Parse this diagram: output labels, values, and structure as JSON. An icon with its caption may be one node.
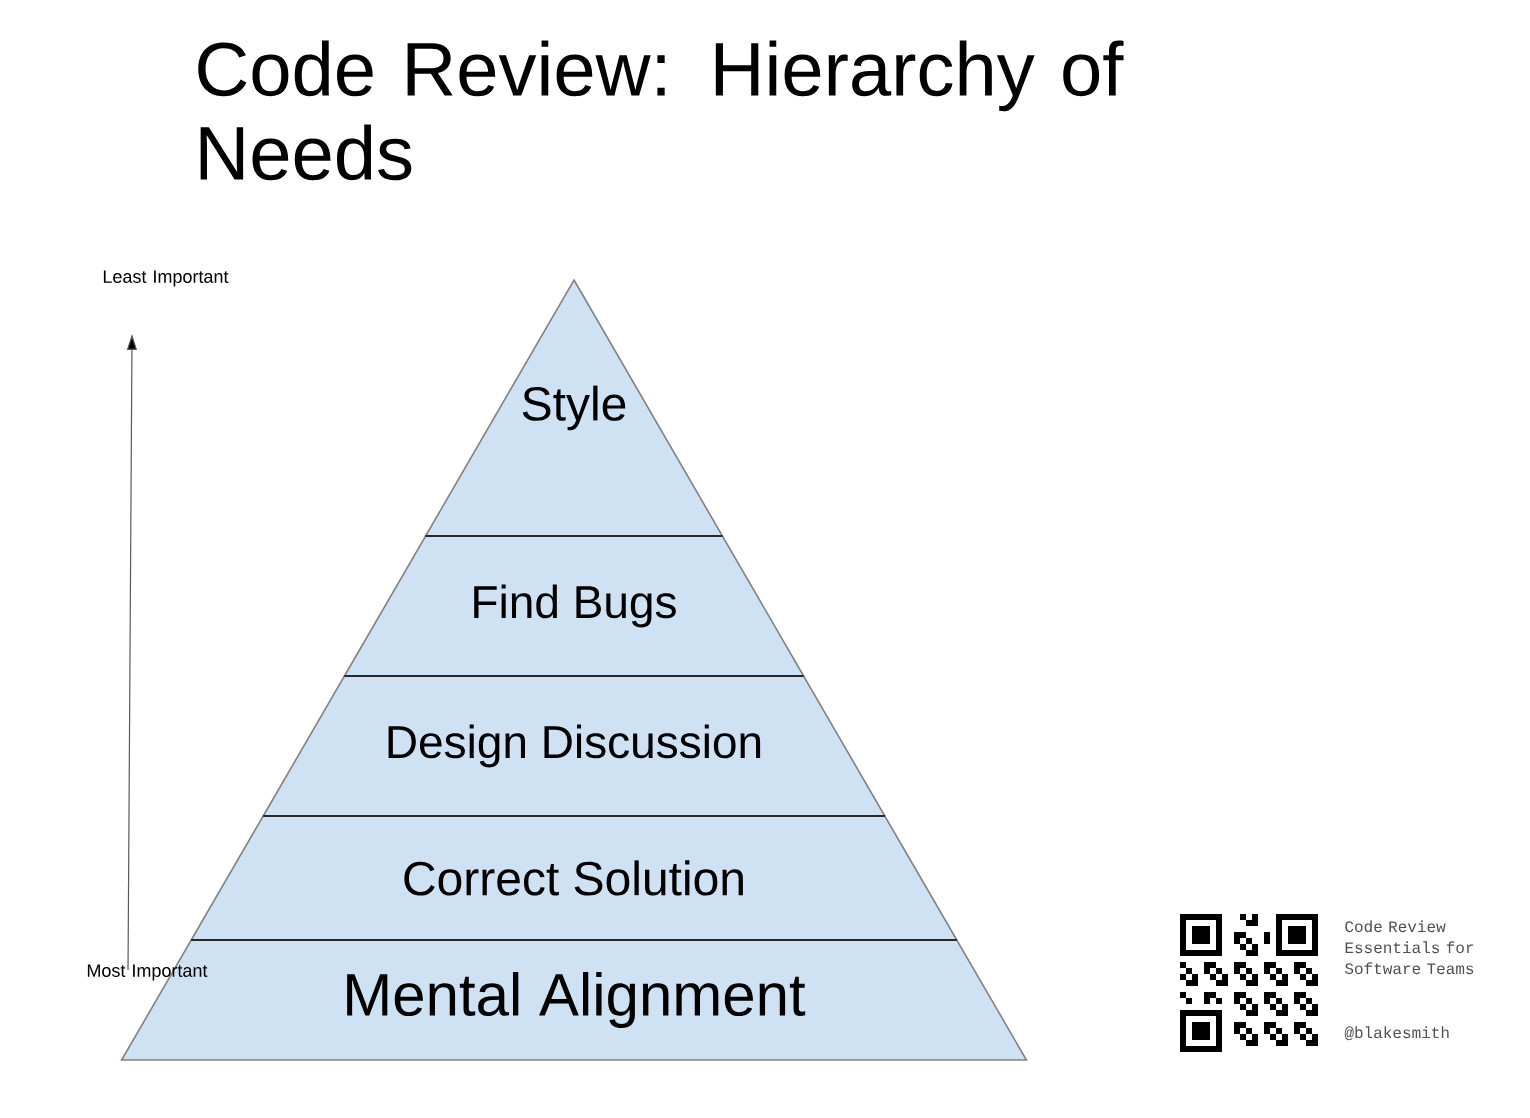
{
  "diagram": {
    "title": "Code Review: Hierarchy of Needs",
    "nodes": [
      {
        "text": [
          "Style"
        ]
      },
      {
        "text": [
          "Find Bugs"
        ]
      },
      {
        "text": [
          "Design Discussion"
        ]
      },
      {
        "text": [
          "Correct Solution"
        ]
      },
      {
        "text": [
          "Mental Alignment"
        ]
      }
    ],
    "labels": [
      "Least Important",
      "Most Important",
      "Code Review Essentials for Software Teams",
      "@blakesmith"
    ]
  }
}
